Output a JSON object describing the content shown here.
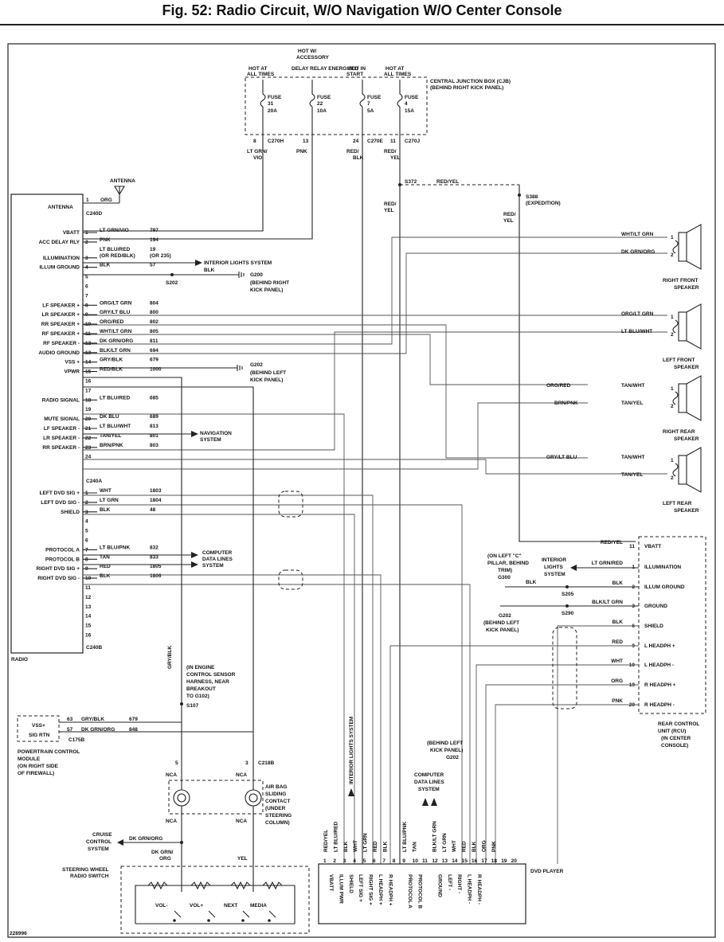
{
  "title": "Fig. 52: Radio Circuit, W/O Navigation W/O Center Console",
  "fig_id": "228996",
  "junction_box": {
    "label1": "CENTRAL JUNCTION BOX (CJB)",
    "label2": "(BEHIND RIGHT KICK PANEL)",
    "fuses": [
      {
        "hot1": "HOT AT",
        "hot2": "ALL TIMES",
        "hot3": "",
        "fuse": "FUSE",
        "num": "31",
        "amp": "20A",
        "pin": "8",
        "conn": "C270H",
        "wire1": "LT GRN/",
        "wire2": "VIO"
      },
      {
        "hot1": "HOT W/",
        "hot2": "ACCESSORY",
        "hot3": "DELAY RELAY ENERGIZED",
        "fuse": "FUSE",
        "num": "22",
        "amp": "10A",
        "pin": "13",
        "conn": "",
        "wire1": "PNK",
        "wire2": ""
      },
      {
        "hot1": "HOT IN",
        "hot2": "START",
        "hot3": "",
        "fuse": "FUSE",
        "num": "7",
        "amp": "5A",
        "pin": "24",
        "conn": "C270E",
        "wire1": "RED/",
        "wire2": "BLK"
      },
      {
        "hot1": "HOT AT",
        "hot2": "ALL TIMES",
        "hot3": "",
        "fuse": "FUSE",
        "num": "4",
        "amp": "15A",
        "pin": "11",
        "conn": "C270J",
        "wire1": "RED/",
        "wire2": "YEL"
      }
    ]
  },
  "splices": {
    "s372": "S372",
    "s372_wire": "RED/YEL",
    "s372_down1": "RED/",
    "s372_down2": "YEL",
    "s388": "S388",
    "s388_note": "(EXPEDITION)",
    "s388_down1": "RED/",
    "s388_down2": "YEL"
  },
  "antenna": "ANTENNA",
  "radio": {
    "label": "RADIO",
    "conn_a": "C240D",
    "conn_b": "C240A",
    "conn_c": "C240B",
    "antenna_pin": {
      "name": "ANTENNA",
      "pin": "1",
      "color": "ORG"
    },
    "pins_d": [
      {
        "name": "VBATT",
        "pin": "1",
        "color": "LT GRN/VIO",
        "circuit": "797"
      },
      {
        "name": "ACC DELAY RLY",
        "pin": "2",
        "color": "PNK",
        "circuit": "194"
      },
      {
        "name": "",
        "pin": "",
        "color": "LT BLU/RED",
        "circuit": "19"
      },
      {
        "name": "ILLUMINATION",
        "pin": "3",
        "color": "(OR RED/BLK)",
        "circuit": "(OR 235)"
      },
      {
        "name": "ILLUM GROUND",
        "pin": "4",
        "color": "BLK",
        "circuit": "57"
      },
      {
        "name": "",
        "pin": "5",
        "color": "",
        "circuit": ""
      },
      {
        "name": "",
        "pin": "6",
        "color": "",
        "circuit": ""
      },
      {
        "name": "",
        "pin": "7",
        "color": "",
        "circuit": ""
      },
      {
        "name": "LF SPEAKER +",
        "pin": "8",
        "color": "ORG/LT GRN",
        "circuit": "804"
      },
      {
        "name": "LR SPEAKER +",
        "pin": "9",
        "color": "GRY/LT BLU",
        "circuit": "800"
      },
      {
        "name": "RR SPEAKER +",
        "pin": "10",
        "color": "ORG/RED",
        "circuit": "802"
      },
      {
        "name": "RF SPEAKER +",
        "pin": "11",
        "color": "WHT/LT GRN",
        "circuit": "805"
      },
      {
        "name": "RF SPEAKER -",
        "pin": "12",
        "color": "DK GRN/ORG",
        "circuit": "811"
      },
      {
        "name": "AUDIO GROUND",
        "pin": "13",
        "color": "BLK/LT GRN",
        "circuit": "694"
      },
      {
        "name": "VSS +",
        "pin": "14",
        "color": "GRY/BLK",
        "circuit": "679"
      },
      {
        "name": "VPWR",
        "pin": "15",
        "color": "RED/BLK",
        "circuit": "1000"
      },
      {
        "name": "",
        "pin": "16",
        "color": "",
        "circuit": ""
      },
      {
        "name": "",
        "pin": "17",
        "color": "",
        "circuit": ""
      },
      {
        "name": "RADIO SIGNAL",
        "pin": "18",
        "color": "LT BLU/RED",
        "circuit": "685"
      },
      {
        "name": "",
        "pin": "19",
        "color": "",
        "circuit": ""
      },
      {
        "name": "MUTE SIGNAL",
        "pin": "20",
        "color": "DK BLU",
        "circuit": "689"
      },
      {
        "name": "LF SPEAKER -",
        "pin": "21",
        "color": "LT BLU/WHT",
        "circuit": "813"
      },
      {
        "name": "LR SPEAKER -",
        "pin": "22",
        "color": "TAN/YEL",
        "circuit": "801"
      },
      {
        "name": "RR SPEAKER -",
        "pin": "23",
        "color": "BRN/PNK",
        "circuit": "803"
      },
      {
        "name": "",
        "pin": "24",
        "color": "",
        "circuit": ""
      }
    ],
    "pins_a": [
      {
        "name": "LEFT DVD SIG +",
        "pin": "1",
        "color": "WHT",
        "circuit": "1803"
      },
      {
        "name": "LEFT DVD SIG -",
        "pin": "2",
        "color": "LT GRN",
        "circuit": "1804"
      },
      {
        "name": "SHIELD",
        "pin": "3",
        "color": "BLK",
        "circuit": "48"
      },
      {
        "name": "",
        "pin": "4",
        "color": "",
        "circuit": ""
      },
      {
        "name": "",
        "pin": "5",
        "color": "",
        "circuit": ""
      },
      {
        "name": "",
        "pin": "6",
        "color": "",
        "circuit": ""
      },
      {
        "name": "PROTOCOL A",
        "pin": "7",
        "color": "LT BLU/PNK",
        "circuit": "832"
      },
      {
        "name": "PROTOCOL B",
        "pin": "8",
        "color": "TAN",
        "circuit": "833"
      },
      {
        "name": "RIGHT DVD SIG +",
        "pin": "9",
        "color": "RED",
        "circuit": "1805"
      },
      {
        "name": "RIGHT DVD SIG -",
        "pin": "10",
        "color": "BLK",
        "circuit": "1806"
      },
      {
        "name": "",
        "pin": "11",
        "color": "",
        "circuit": ""
      },
      {
        "name": "",
        "pin": "12",
        "color": "",
        "circuit": ""
      },
      {
        "name": "",
        "pin": "13",
        "color": "",
        "circuit": ""
      },
      {
        "name": "",
        "pin": "14",
        "color": "",
        "circuit": ""
      },
      {
        "name": "",
        "pin": "15",
        "color": "",
        "circuit": ""
      },
      {
        "name": "",
        "pin": "16",
        "color": "",
        "circuit": ""
      }
    ]
  },
  "notes": {
    "interior_lights": "INTERIOR LIGHTS SYSTEM",
    "interior_blk": "BLK",
    "s202": "S202",
    "g200": "G200",
    "g200_note1": "(BEHIND RIGHT",
    "g200_note2": "KICK PANEL)",
    "g202": "G202",
    "g202_note1": "(BEHIND LEFT",
    "g202_note2": "KICK PANEL)",
    "nav1": "NAVIGATION",
    "nav2": "SYSTEM",
    "cdl1": "COMPUTER",
    "cdl2": "DATA LINES",
    "cdl3": "SYSTEM",
    "gry_blk": "GRY/BLK",
    "engine1": "(IN ENGINE",
    "engine2": "CONTROL SENSOR",
    "engine3": "HARNESS, NEAR",
    "engine4": "BREAKOUT",
    "engine5": "TO G102)",
    "s107": "S107"
  },
  "speakers": [
    {
      "name1": "RIGHT FRONT",
      "name2": "SPEAKER",
      "w1": "WHT/LT GRN",
      "w2": "DK GRN/ORG",
      "p1": "1",
      "p2": "2"
    },
    {
      "name1": "LEFT FRONT",
      "name2": "SPEAKER",
      "w1": "ORG/LT GRN",
      "w2": "LT BLU/WHT",
      "p1": "1",
      "p2": "2"
    },
    {
      "name1": "RIGHT REAR",
      "name2": "SPEAKER",
      "w1": "TAN/WHT",
      "w2": "TAN/YEL",
      "in1": "ORG/RED",
      "in2": "BRN/PNK",
      "p1": "1",
      "p2": "2"
    },
    {
      "name1": "LEFT REAR",
      "name2": "SPEAKER",
      "w1": "TAN/WHT",
      "w2": "TAN/YEL",
      "in1": "GRY/LT BLU",
      "p1": "1",
      "p2": "2"
    }
  ],
  "rcu": {
    "label1": "REAR CONTROL",
    "label2": "UNIT (RCU)",
    "label3": "(IN CENTER",
    "label4": "CONSOLE)",
    "pins": [
      {
        "pin": "11",
        "name": "VBATT",
        "color": "RED/YEL"
      },
      {
        "pin": "1",
        "name": "ILLUMINATION",
        "color": "LT GRN/RED"
      },
      {
        "pin": "2",
        "name": "ILLUM GROUND",
        "color": "BLK"
      },
      {
        "pin": "3",
        "name": "GROUND",
        "color": "BLK/LT GRN"
      },
      {
        "pin": "6",
        "name": "SHIELD",
        "color": "BLK"
      },
      {
        "pin": "9",
        "name": "L HEADPH +",
        "color": "RED"
      },
      {
        "pin": "10",
        "name": "L HEADPH -",
        "color": "WHT"
      },
      {
        "pin": "19",
        "name": "R HEADPH +",
        "color": "ORG"
      },
      {
        "pin": "20",
        "name": "R HEADPH -",
        "color": "PNK"
      }
    ],
    "g300_1": "(ON LEFT \"C\"",
    "g300_2": "PILLAR, BEHIND",
    "g300_3": "TRIM)",
    "g300": "G300",
    "g300_blk": "BLK",
    "interior1": "INTERIOR",
    "interior2": "LIGHTS",
    "interior3": "SYSTEM",
    "s205": "S205",
    "s290": "S290",
    "g202": "G202",
    "g202_1": "(BEHIND LEFT",
    "g202_2": "KICK PANEL)"
  },
  "pcm": {
    "conn": "C175B",
    "pin1": "63",
    "name1": "VSS+",
    "color1": "GRY/BLK",
    "circuit1": "679",
    "pin2": "57",
    "name2": "SIG RTN",
    "color2": "DK GRN/ORG",
    "circuit2": "848",
    "label1": "POWERTRAIN CONTROL",
    "label2": "MODULE",
    "label3": "(ON RIGHT SIDE",
    "label4": "OF FIREWALL)"
  },
  "clockspring": {
    "conn": "C218B",
    "pin_l": "5",
    "pin_r": "3",
    "nca": "NCA",
    "label1": "AIR BAG",
    "label2": "SLIDING",
    "label3": "CONTACT",
    "label4": "(UNDER",
    "label5": "STEERING",
    "label6": "COLUMN)"
  },
  "cruise": {
    "label1": "CRUISE",
    "label2": "CONTROL",
    "label3": "SYSTEM",
    "wire": "DK GRN/ORG"
  },
  "steering": {
    "label1": "STEERING WHEEL",
    "label2": "RADIO SWITCH",
    "wire_l1": "DK GRN/",
    "wire_l2": "ORG",
    "wire_r": "YEL",
    "buttons": [
      "VOL-",
      "VOL+",
      "NEXT",
      "MEDIA"
    ]
  },
  "dvd": {
    "label": "DVD PLAYER",
    "interior": "INTERIOR LIGHTS SYSTEM",
    "cdl1": "COMPUTER",
    "cdl2": "DATA LINES",
    "cdl3": "SYSTEM",
    "g202_1": "(BEHIND LEFT",
    "g202_2": "KICK PANEL)",
    "g202": "G202",
    "wires": [
      "RED/YEL",
      "LT BLU/RED",
      "BLK",
      "WHT",
      "LT GRN",
      "RED",
      "BLK",
      "",
      "LT BLU/PNK",
      "TAN",
      "",
      "BLK/LT GRN",
      "LT GRN",
      "WHT",
      "RED",
      "BLK",
      "ORG",
      "PNK"
    ],
    "pins": [
      "1",
      "2",
      "3",
      "4",
      "5",
      "6",
      "7",
      "8",
      "9",
      "10",
      "11",
      "12",
      "13",
      "14",
      "15",
      "16",
      "17",
      "18",
      "19",
      "20"
    ],
    "funcs": [
      "VBATT",
      "ILLUM PWR",
      "SHIELD",
      "LEFT SIG +",
      "RIGHT SIG +",
      "L HEADPH +",
      "R HEADPH +",
      "",
      "PROTOCOL A",
      "PROTOCOL B",
      "",
      "GROUND",
      "LEFT -",
      "RIGHT -",
      "L HEADPH -",
      "R HEADPH -"
    ]
  }
}
